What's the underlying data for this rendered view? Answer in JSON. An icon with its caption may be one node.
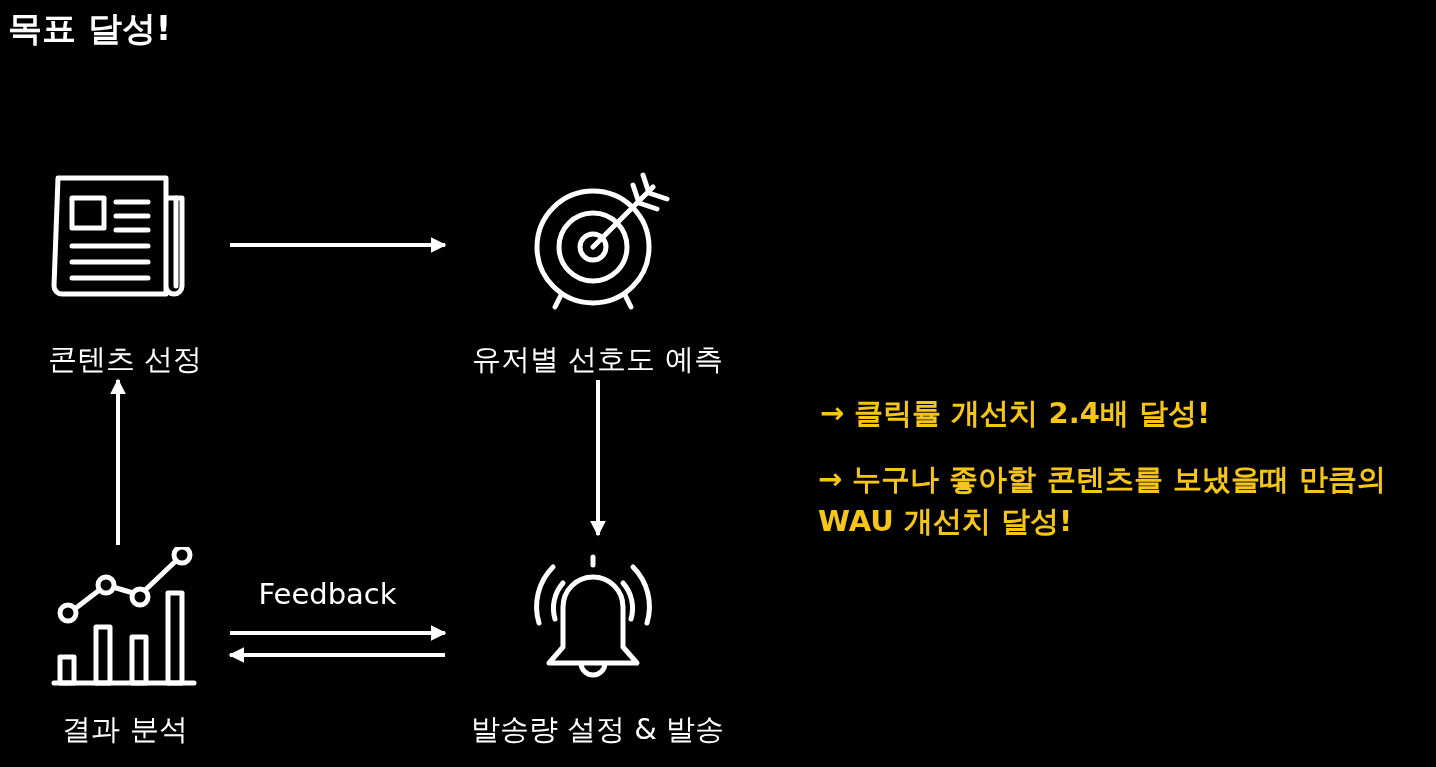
{
  "diagram": {
    "title": "목표 달성!",
    "nodes": [
      {
        "text": [
          "콘텐츠 선정"
        ]
      },
      {
        "text": [
          "유저별 선호도 예측"
        ]
      },
      {
        "text": [
          "발송량 설정 & 발송"
        ]
      },
      {
        "text": [
          "결과 분석"
        ]
      }
    ],
    "edges": [
      {
        "from": 0,
        "to": 1,
        "arrow": "to"
      },
      {
        "from": 1,
        "to": 2,
        "arrow": "to"
      },
      {
        "from": 3,
        "to": 2,
        "arrow": "to",
        "label": "Feedback"
      },
      {
        "from": 2,
        "to": 3,
        "arrow": "to"
      },
      {
        "from": 3,
        "to": 0,
        "arrow": "to"
      }
    ],
    "labels": [
      "→ 클릭률 개선치 2.4배 달성!",
      "→ 누구나 좋아할 콘텐츠를 보냈을때 만큼의 WAU 개선치 달성!"
    ]
  }
}
